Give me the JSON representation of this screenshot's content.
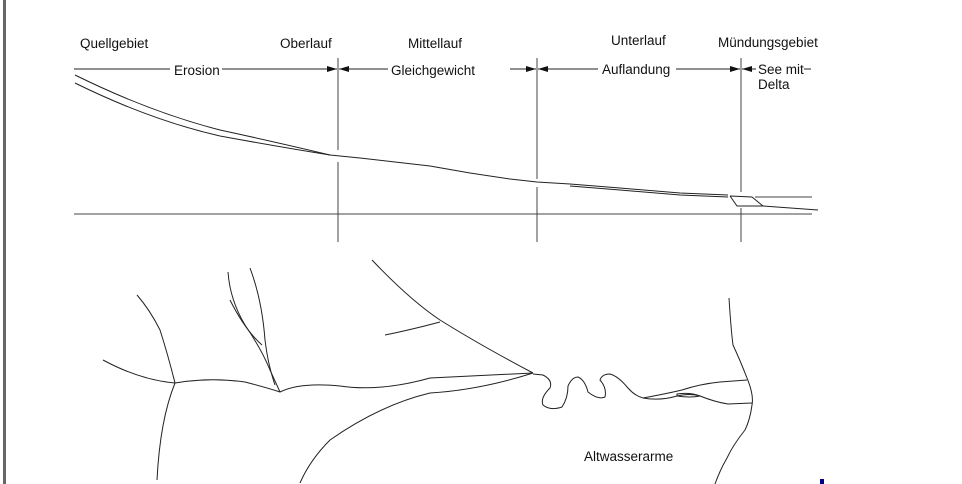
{
  "zones": {
    "quellgebiet": "Quellgebiet",
    "oberlauf": "Oberlauf",
    "mittellauf": "Mittellauf",
    "unterlauf": "Unterlauf",
    "muendungsgebiet": "Mündungsgebiet"
  },
  "processes": {
    "erosion": "Erosion",
    "gleichgewicht": "Gleichgewicht",
    "auflandung": "Auflandung",
    "see_line1": "See mit",
    "see_line2": "Delta"
  },
  "plan_view": {
    "oxbow_label": "Altwasserarme"
  },
  "colors": {
    "line": "#222222",
    "frame": "#666666",
    "marker": "#00008b"
  }
}
